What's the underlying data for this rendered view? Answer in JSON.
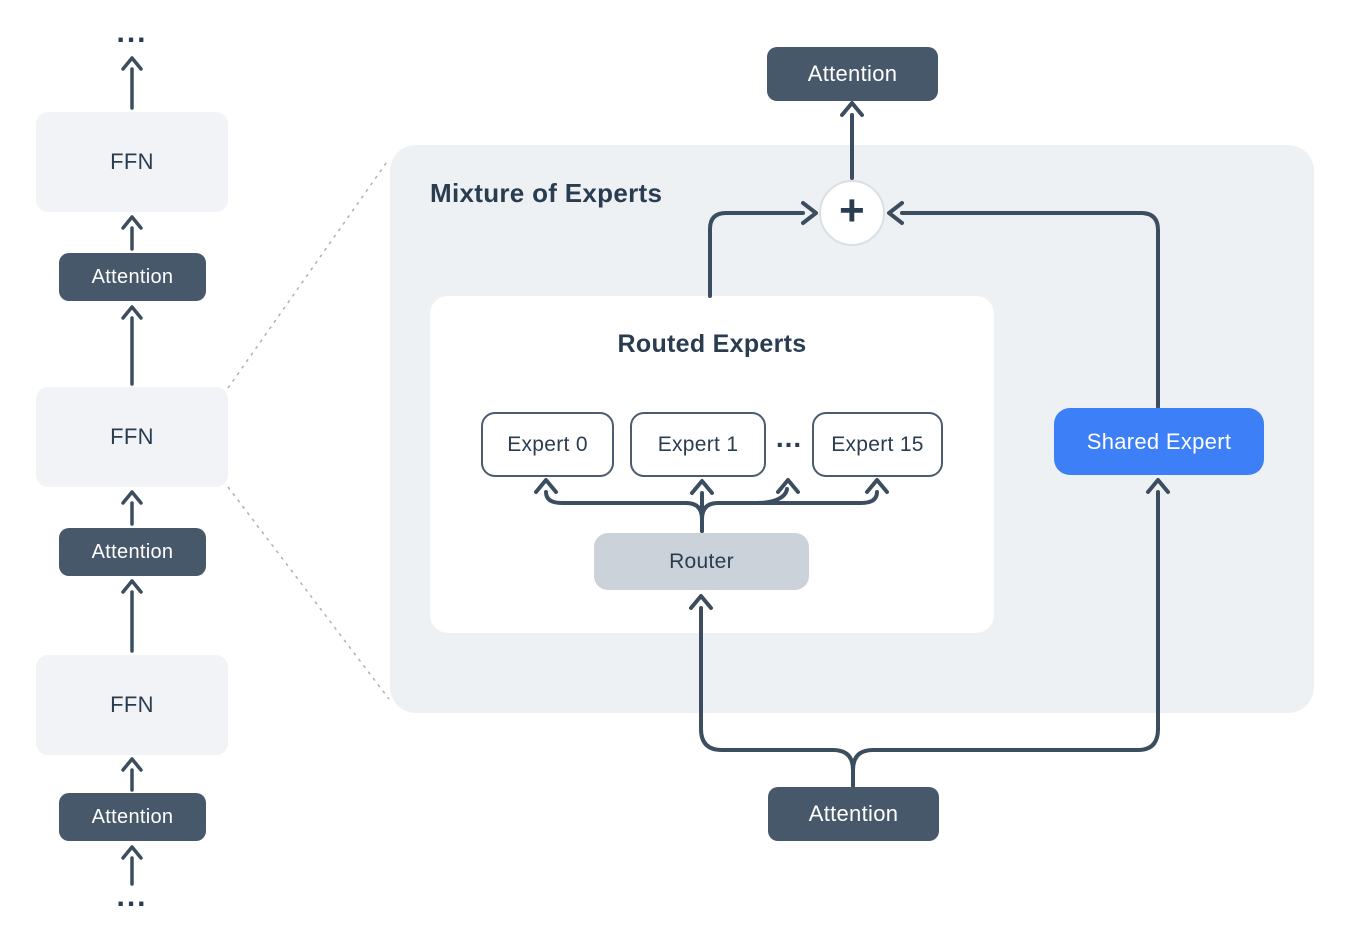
{
  "colors": {
    "slate": "#47586a",
    "line": "#3b4d5f",
    "ink": "#2a3d50",
    "panel-bg": "#edf1f4",
    "ffn-bg": "#f1f3f6",
    "router-bg": "#ccd2d9",
    "shared-blue": "#3d7ff6",
    "expert-border": "#4b5c6e",
    "circle-border": "#d9dfe5",
    "dotted": "#a7b1bd"
  },
  "left_stack": {
    "ellipsis_top": "...",
    "blocks": [
      {
        "label": "FFN"
      },
      {
        "label": "Attention"
      },
      {
        "label": "FFN"
      },
      {
        "label": "Attention"
      },
      {
        "label": "FFN"
      },
      {
        "label": "Attention"
      }
    ],
    "ellipsis_bottom": "..."
  },
  "moe": {
    "panel_title": "Mixture of Experts",
    "output_attention": "Attention",
    "input_attention": "Attention",
    "sum_symbol": "+",
    "routed": {
      "title": "Routed Experts",
      "experts": [
        {
          "label": "Expert 0"
        },
        {
          "label": "Expert 1"
        },
        {
          "label": "Expert 15"
        }
      ],
      "ellipsis": "...",
      "router": "Router"
    },
    "shared_expert": "Shared Expert"
  }
}
